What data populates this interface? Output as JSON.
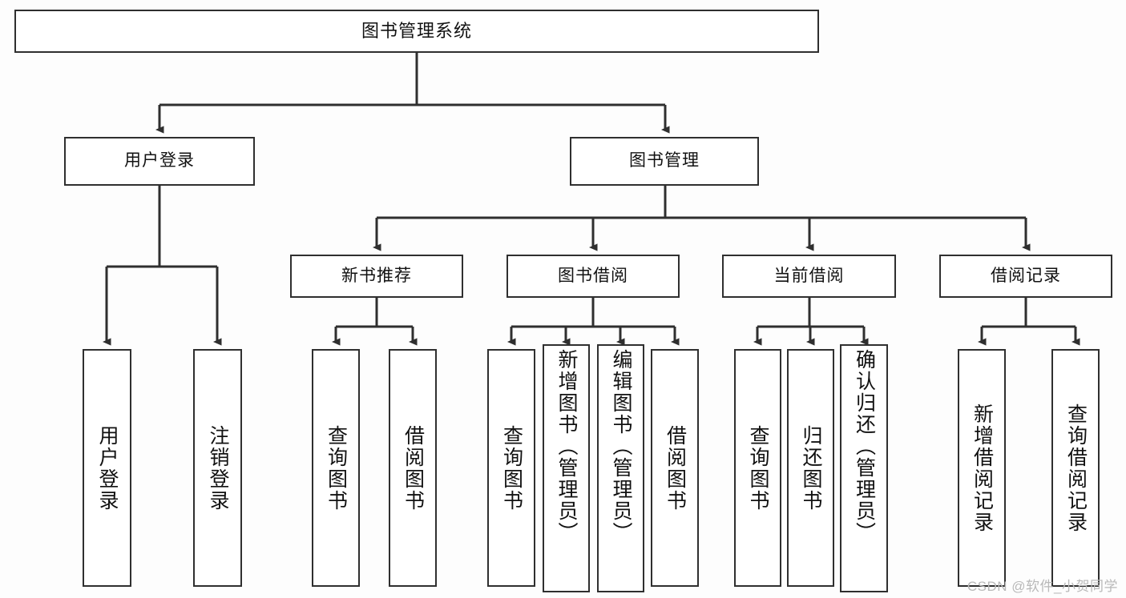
{
  "diagram": {
    "type": "tree",
    "title": "图书管理系统",
    "orientation": "top-down",
    "colors": {
      "background": "#fdfdfd",
      "node_fill": "#ffffff",
      "node_stroke": "#2f2f2f",
      "connector": "#2f2f2f",
      "text": "#111111",
      "watermark": "#b9b9b9"
    },
    "root": {
      "label": "图书管理系统"
    },
    "level2": [
      {
        "id": "user-login",
        "label": "用户登录"
      },
      {
        "id": "book-manage",
        "label": "图书管理"
      }
    ],
    "level3": [
      {
        "id": "new-book-recommend",
        "label": "新书推荐"
      },
      {
        "id": "book-borrow",
        "label": "图书借阅"
      },
      {
        "id": "current-borrow",
        "label": "当前借阅"
      },
      {
        "id": "borrow-record",
        "label": "借阅记录"
      }
    ],
    "leaves": [
      {
        "id": "leaf-user-login",
        "label": "用户登录",
        "parent": "user-login"
      },
      {
        "id": "leaf-user-logout",
        "label": "注销登录",
        "parent": "user-login"
      },
      {
        "id": "leaf-query-book-1",
        "label": "查询图书",
        "parent": "new-book-recommend"
      },
      {
        "id": "leaf-borrow-book-1",
        "label": "借阅图书",
        "parent": "new-book-recommend"
      },
      {
        "id": "leaf-query-book-2",
        "label": "查询图书",
        "parent": "book-borrow"
      },
      {
        "id": "leaf-add-book",
        "label": "新增图书（管理员）",
        "parent": "book-borrow"
      },
      {
        "id": "leaf-edit-book",
        "label": "编辑图书（管理员）",
        "parent": "book-borrow"
      },
      {
        "id": "leaf-borrow-book-2",
        "label": "借阅图书",
        "parent": "book-borrow"
      },
      {
        "id": "leaf-query-book-3",
        "label": "查询图书",
        "parent": "current-borrow"
      },
      {
        "id": "leaf-return-book",
        "label": "归还图书",
        "parent": "current-borrow"
      },
      {
        "id": "leaf-confirm-return",
        "label": "确认归还（管理员）",
        "parent": "current-borrow"
      },
      {
        "id": "leaf-add-record",
        "label": "新增借阅记录",
        "parent": "borrow-record"
      },
      {
        "id": "leaf-query-record",
        "label": "查询借阅记录",
        "parent": "borrow-record"
      }
    ]
  },
  "watermark": {
    "text": "CSDN @软件_小贺同学"
  }
}
